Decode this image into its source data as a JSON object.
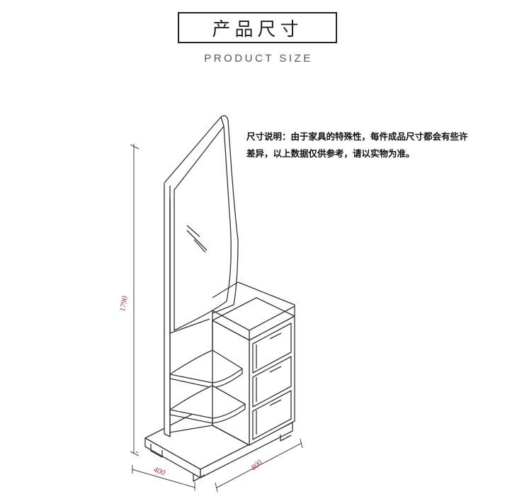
{
  "header": {
    "title": "产品尺寸",
    "subtitle": "PRODUCT SIZE"
  },
  "note": {
    "line1": "尺寸说明：由于家具的特殊性，每件成品尺寸都会有些许",
    "line2": "差异，以上数据仅供参考，请以实物为准。"
  },
  "dimensions": {
    "height": "1790",
    "depth": "400",
    "width": "800"
  },
  "colors": {
    "line": "#333333",
    "dimension_text": "#b03030"
  }
}
